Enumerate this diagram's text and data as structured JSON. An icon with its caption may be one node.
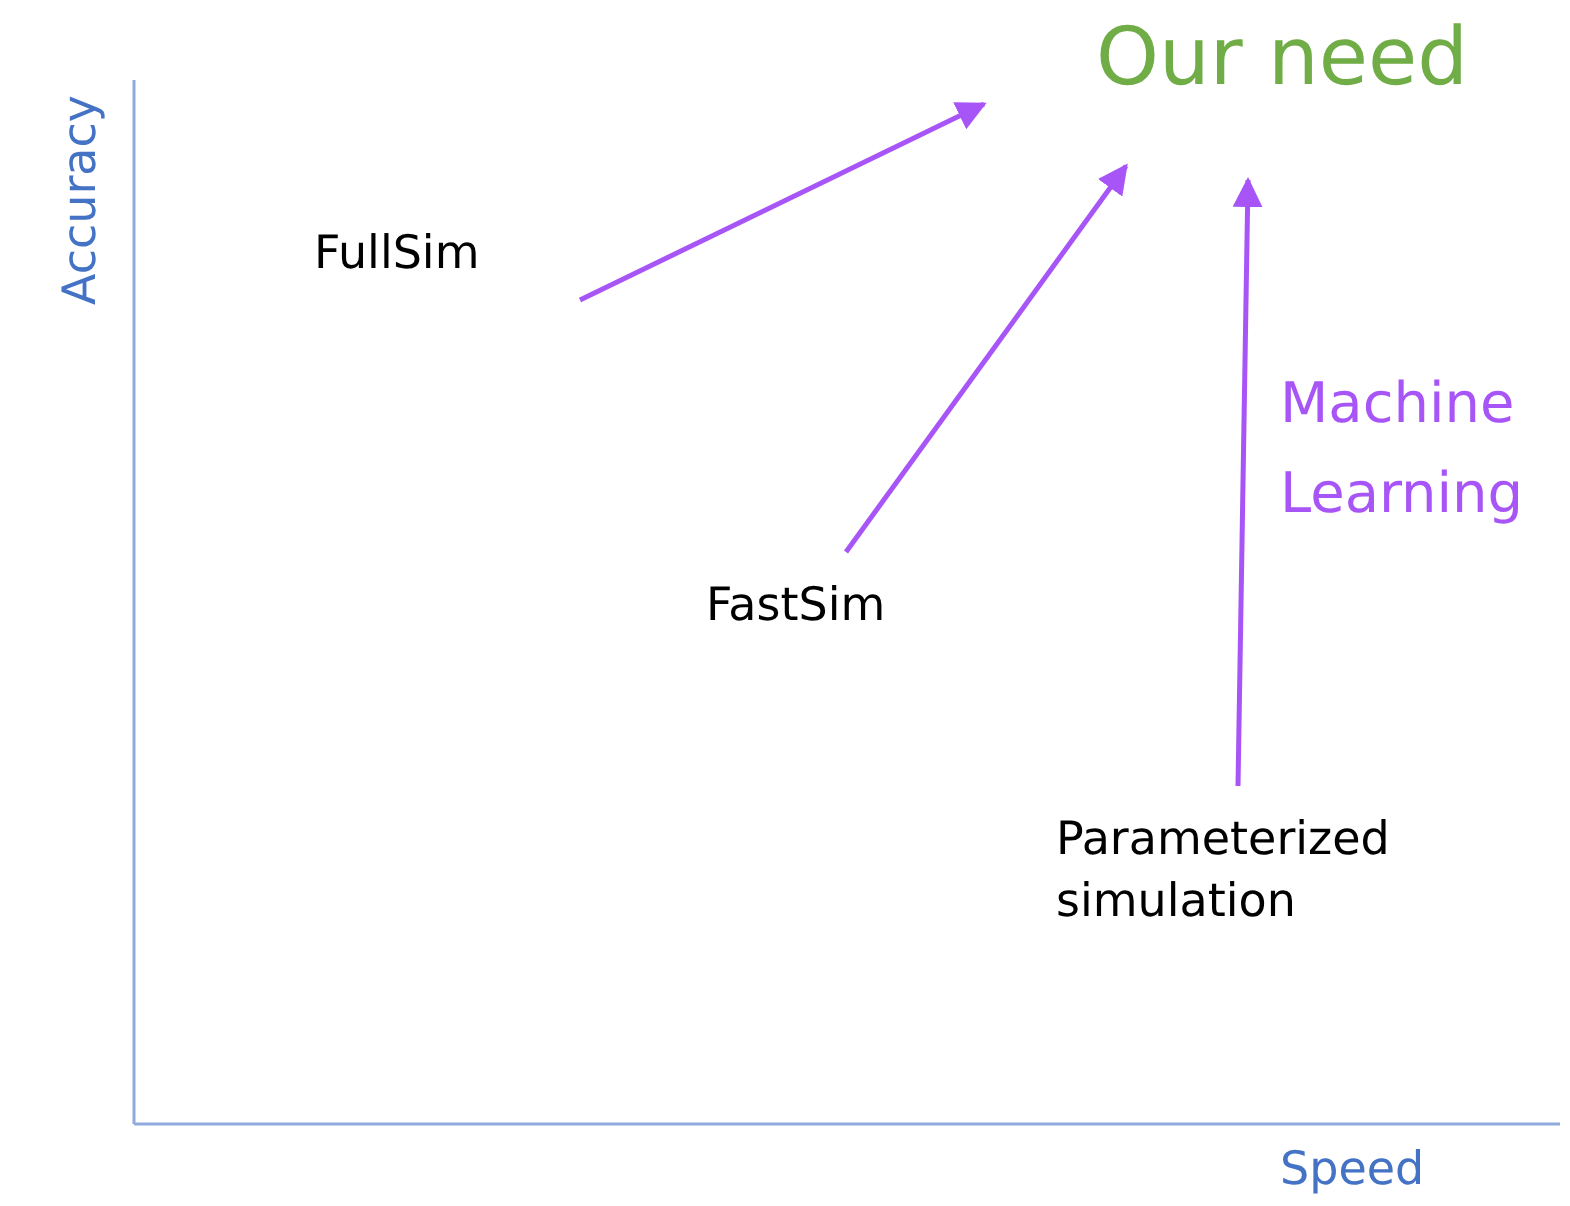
{
  "diagram": {
    "nodes": [
      {
        "text": [
          "Our need"
        ]
      },
      {
        "text": [
          "FullSim"
        ]
      },
      {
        "text": [
          "FastSim"
        ]
      },
      {
        "text": [
          "Parameterized simulation"
        ]
      }
    ],
    "edges": [
      {
        "from": 1,
        "to": 0,
        "arrow": "to"
      },
      {
        "from": 2,
        "to": 0,
        "arrow": "to"
      },
      {
        "from": 3,
        "to": 0,
        "arrow": "to",
        "label": "Machine Learning"
      }
    ],
    "labels": [
      "Accuracy",
      "Speed"
    ]
  }
}
